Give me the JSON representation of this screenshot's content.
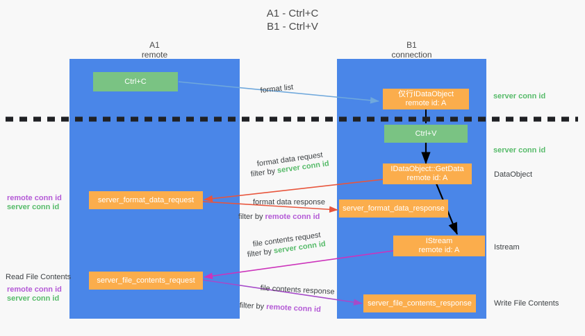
{
  "title": {
    "line1": "A1 - Ctrl+C",
    "line2": "B1 - Ctrl+V"
  },
  "lanes": [
    {
      "id": "A1",
      "name": "A1",
      "subtitle": "remote"
    },
    {
      "id": "B1",
      "name": "B1",
      "subtitle": "connection"
    }
  ],
  "colors": {
    "lane": "#4a86e8",
    "green_box": "#7ac383",
    "orange_box": "#fbad4c",
    "server_conn_id": "#57bb6a",
    "remote_conn_id": "#b45ad6",
    "red_arrow": "#e8553c",
    "magenta_arrow": "#cc33bb",
    "purple_arrow": "#a64ac9",
    "blue_arrow": "#6fa8dc",
    "black_arrow": "#000000",
    "divider": "#202124",
    "background": "#f8f8f8"
  },
  "boxes": {
    "ctrl_c": {
      "line1": "Ctrl+C",
      "line2": ""
    },
    "ctrl_v": {
      "line1": "Ctrl+V",
      "line2": ""
    },
    "idataobject_top": {
      "line1": "仅行IDataObject",
      "line2": "remote id: A"
    },
    "idataobject_getdata": {
      "line1": "IDataObject::GetData",
      "line2": "remote id: A"
    },
    "istream": {
      "line1": "IStream",
      "line2": "remote id: A"
    },
    "server_format_data_request": {
      "line1": "server_format_data_request",
      "line2": ""
    },
    "server_format_data_response": {
      "line1": "server_format_data_response",
      "line2": ""
    },
    "server_file_contents_request": {
      "line1": "server_file_contents_request",
      "line2": ""
    },
    "server_file_contents_response": {
      "line1": "server_file_contents_response",
      "line2": ""
    }
  },
  "edge_labels": {
    "format_list": "format list",
    "format_data_request": "format data request",
    "format_data_request_filter_prefix": "filter by ",
    "format_data_request_filter_value": "server conn id",
    "format_data_response": "format data response",
    "format_data_response_filter_prefix": "filter by ",
    "format_data_response_filter_value": "remote conn id",
    "file_contents_request": "file contents request",
    "file_contents_request_filter_prefix": "filter by ",
    "file_contents_request_filter_value": "server conn id",
    "file_contents_response": "file contents response",
    "file_contents_response_filter_prefix": "filter by ",
    "file_contents_response_filter_value": "remote conn id"
  },
  "left_annotations": {
    "conn_block_1_remote": "remote conn id",
    "conn_block_1_server": "server conn id",
    "read_file_contents": "Read File Contents",
    "conn_block_2_remote": "remote conn id",
    "conn_block_2_server": "server conn id"
  },
  "right_annotations": {
    "server_conn_id_top": "server conn id",
    "server_conn_id_mid": "server conn id",
    "dataobject": "DataObject",
    "istream": "Istream",
    "write_file_contents": "Write File Contents"
  }
}
